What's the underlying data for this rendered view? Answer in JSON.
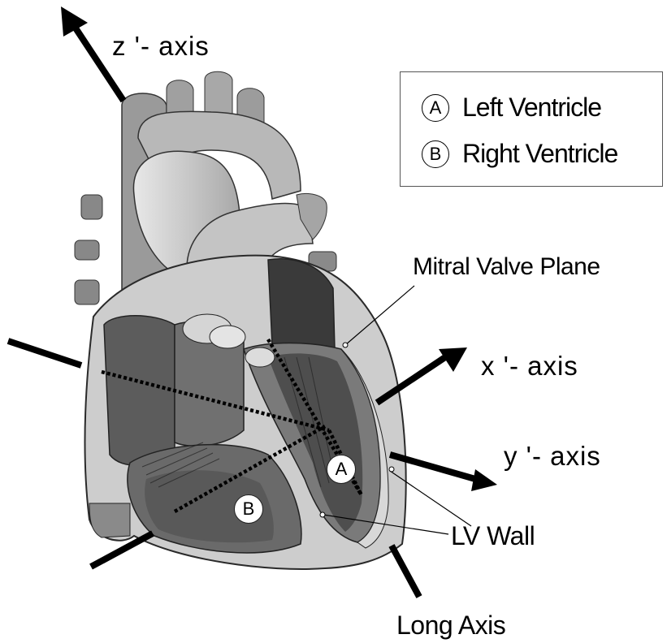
{
  "axes": {
    "z_prime": "z '- axis",
    "x_prime": "x '- axis",
    "y_prime": "y '- axis",
    "long": "Long Axis"
  },
  "annotations": {
    "mitral_valve_plane": "Mitral Valve Plane",
    "lv_wall": "LV Wall"
  },
  "legend": {
    "items": [
      {
        "mark": "A",
        "label": "Left Ventricle"
      },
      {
        "mark": "B",
        "label": "Right Ventricle"
      }
    ]
  },
  "markers": {
    "a": "A",
    "b": "B"
  }
}
